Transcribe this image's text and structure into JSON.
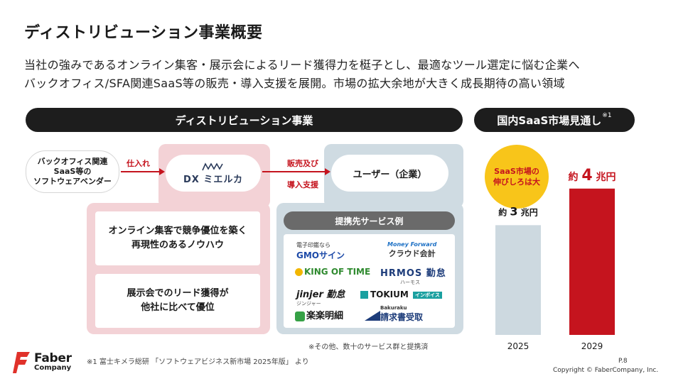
{
  "title": "ディストリビューション事業概要",
  "lead": [
    "当社の強みであるオンライン集客・展示会によるリード獲得力を梃子とし、最適なツール選定に悩む企業へ",
    "バックオフィス/SFA関連SaaS等の販売・導入支援を展開。市場の拡大余地が大きく成長期待の高い領域"
  ],
  "distribution": {
    "header": "ディストリビューション事業",
    "vendor": [
      "バックオフィス関連",
      "SaaS等の",
      "ソフトウェアベンダー"
    ],
    "arrow_in_label": "仕入れ",
    "dx_brand": "DX",
    "dx_name": "ミエルカ",
    "arrow_out_labels": [
      "販売及び",
      "導入支援"
    ],
    "user": "ユーザー（企業）",
    "strength1": [
      "オンライン集客で競争優位を築く",
      "再現性のあるノウハウ"
    ],
    "strength2": [
      "展示会でのリード獲得が",
      "他社に比べて優位"
    ],
    "services_header": "提携先サービス例",
    "services": [
      {
        "sub": "電子印鑑なら",
        "name": "GMOサイン"
      },
      {
        "sub": "Money Forward",
        "name": "クラウド会計"
      },
      {
        "sub": "",
        "name": "KING OF TIME"
      },
      {
        "sub": "ハーモス",
        "name": "HRMOS 勤怠"
      },
      {
        "sub": "ジンジャー",
        "name": "jinjer 勤怠"
      },
      {
        "sub": "インボイス",
        "name": "TOKIUM"
      },
      {
        "sub": "",
        "name": "楽楽明細"
      },
      {
        "sub": "Bakuraku",
        "name": "請求書受取"
      }
    ],
    "services_note": "※その他、数十のサービス群と提携済"
  },
  "market": {
    "header": "国内SaaS市場見通し",
    "header_note": "※1",
    "bubble": [
      "SaaS市場の",
      "伸びしろは大"
    ],
    "unit_prefix": "約",
    "unit_suffix": "兆円"
  },
  "chart_data": {
    "type": "bar",
    "categories": [
      "2025",
      "2029"
    ],
    "values": [
      3,
      4
    ],
    "value_labels": [
      "3",
      "4"
    ],
    "colors": [
      "#cdd9e0",
      "#c5141e"
    ],
    "ylim": [
      0,
      4.5
    ],
    "grid": false
  },
  "footnote": "※1 富士キメラ総研 「ソフトウェアビジネス新市場 2025年版」 より",
  "page": "P.8",
  "copyright": "Copyright © FaberCompany, Inc.",
  "logo": {
    "line1": "Faber",
    "line2": "Company"
  },
  "colors": {
    "accent_red": "#c5141e",
    "pink_bg": "#f3d2d6",
    "blue_bg": "#cfdbe2",
    "bubble": "#f8c51a",
    "dark": "#1d1d1d"
  }
}
